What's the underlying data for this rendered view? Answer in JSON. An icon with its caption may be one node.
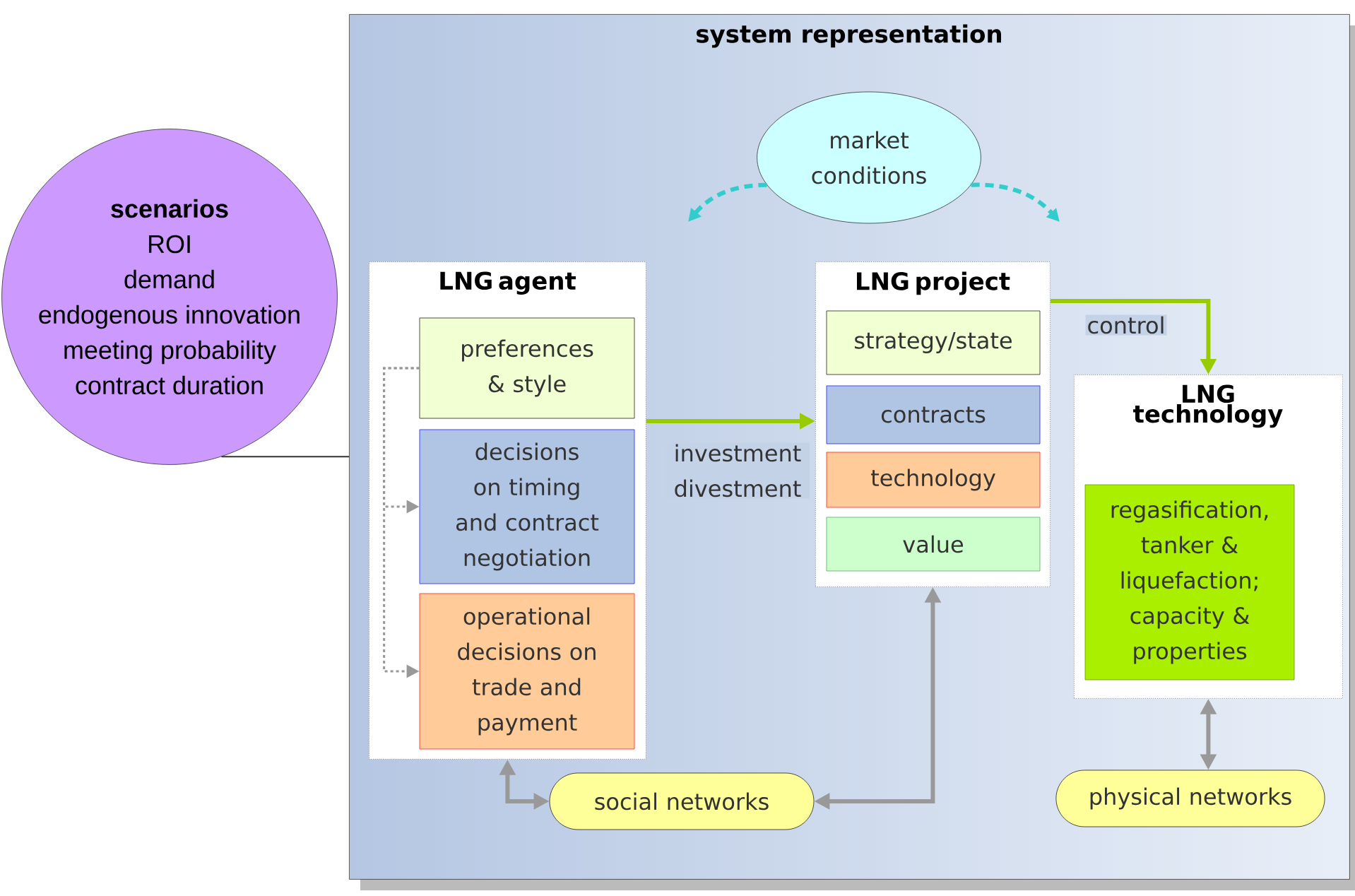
{
  "diagram": {
    "nodes": [
      {
        "text": [
          "scenarios",
          "ROI",
          "demand",
          "endogenous innovation",
          "meeting probability",
          "contract duration"
        ]
      },
      {
        "text": [
          "system representation"
        ]
      },
      {
        "text": [
          "market conditions"
        ],
        "in": 1
      },
      {
        "text": [
          "LNG agent"
        ],
        "in": 1
      },
      {
        "text": [
          "preferences & style"
        ],
        "in": 3
      },
      {
        "text": [
          "decisions on timing and contract negotiation"
        ],
        "in": 3
      },
      {
        "text": [
          "operational decisions on trade and payment"
        ],
        "in": 3
      },
      {
        "text": [
          "LNG project"
        ],
        "in": 1
      },
      {
        "text": [
          "strategy/state"
        ],
        "in": 7
      },
      {
        "text": [
          "contracts"
        ],
        "in": 7
      },
      {
        "text": [
          "technology"
        ],
        "in": 7
      },
      {
        "text": [
          "value"
        ],
        "in": 7
      },
      {
        "text": [
          "LNG technology"
        ],
        "in": 1
      },
      {
        "text": [
          "regasification, tanker & liquefaction; capacity & properties"
        ],
        "in": 12
      },
      {
        "text": [
          "social networks"
        ],
        "in": 1
      },
      {
        "text": [
          "physical networks"
        ],
        "in": 1
      }
    ],
    "edges": [
      {
        "from": 0,
        "to": 1,
        "arrow": "none",
        "color": "#333333"
      },
      {
        "from": 2,
        "to": null,
        "arrow": "to",
        "style": "dashed",
        "color": "#33cccc"
      },
      {
        "from": 2,
        "to": null,
        "arrow": "to",
        "style": "dashed",
        "color": "#33cccc"
      },
      {
        "from": 4,
        "to": 5,
        "arrow": "to",
        "style": "dashed"
      },
      {
        "from": 4,
        "to": 6,
        "arrow": "to",
        "style": "dashed"
      },
      {
        "from": 3,
        "to": 7,
        "arrow": "to",
        "label": "investment divestment",
        "color": "#99cc00"
      },
      {
        "from": 7,
        "to": 12,
        "arrow": "to",
        "label": "control",
        "color": "#99cc00"
      },
      {
        "from": 14,
        "to": 3,
        "arrow": "both"
      },
      {
        "from": 14,
        "to": 7,
        "arrow": "both"
      },
      {
        "from": 12,
        "to": 15,
        "arrow": "both"
      }
    ]
  }
}
